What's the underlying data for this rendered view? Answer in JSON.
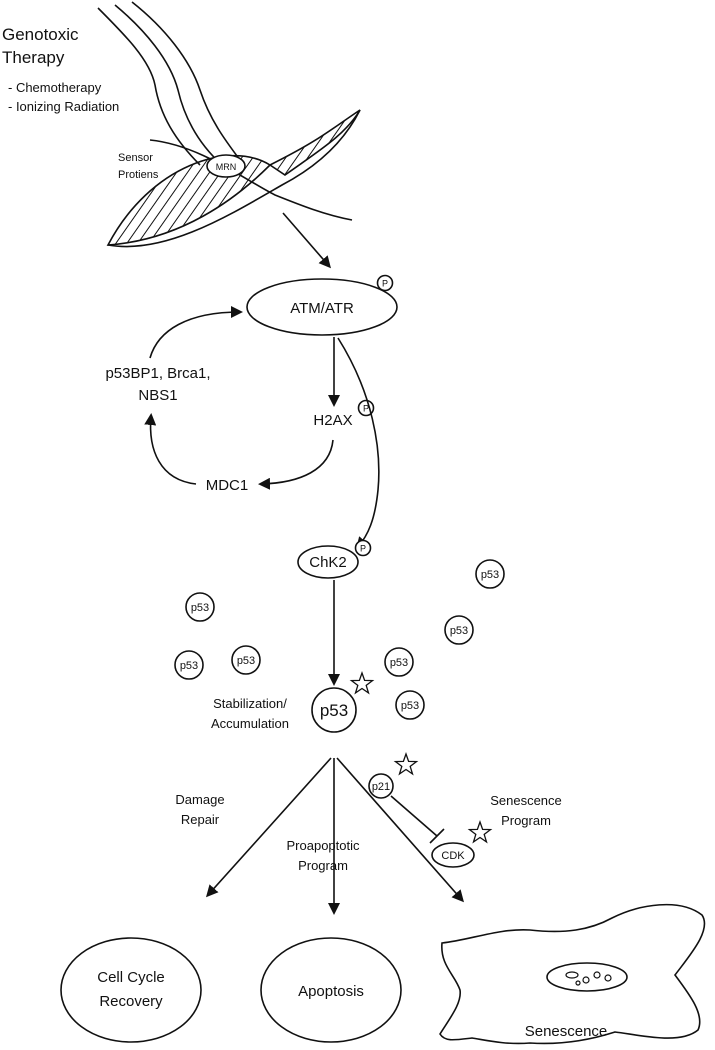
{
  "therapy": {
    "title_line1": "Genotoxic",
    "title_line2": "Therapy",
    "item1": "- Chemotherapy",
    "item2": "- Ionizing Radiation"
  },
  "sensor": {
    "line1": "Sensor",
    "line2": "Protiens",
    "mrn": "MRN"
  },
  "phospho": "P",
  "atm": "ATM/ATR",
  "p53bp1": {
    "line1": "p53BP1, Brca1,",
    "line2": "NBS1"
  },
  "h2ax": "H2AX",
  "mdc1": "MDC1",
  "chk2": "ChK2",
  "p53_label": "p53",
  "stabilization": {
    "line1": "Stabilization/",
    "line2": "Accumulation"
  },
  "p21": "p21",
  "cdk": "CDK",
  "damage_repair": {
    "line1": "Damage",
    "line2": "Repair"
  },
  "proapoptotic": {
    "line1": "Proapoptotic",
    "line2": "Program"
  },
  "senescence_program": {
    "line1": "Senescence",
    "line2": "Program"
  },
  "outcomes": {
    "cell_cycle_line1": "Cell Cycle",
    "cell_cycle_line2": "Recovery",
    "apoptosis": "Apoptosis",
    "senescence": "Senescence"
  }
}
